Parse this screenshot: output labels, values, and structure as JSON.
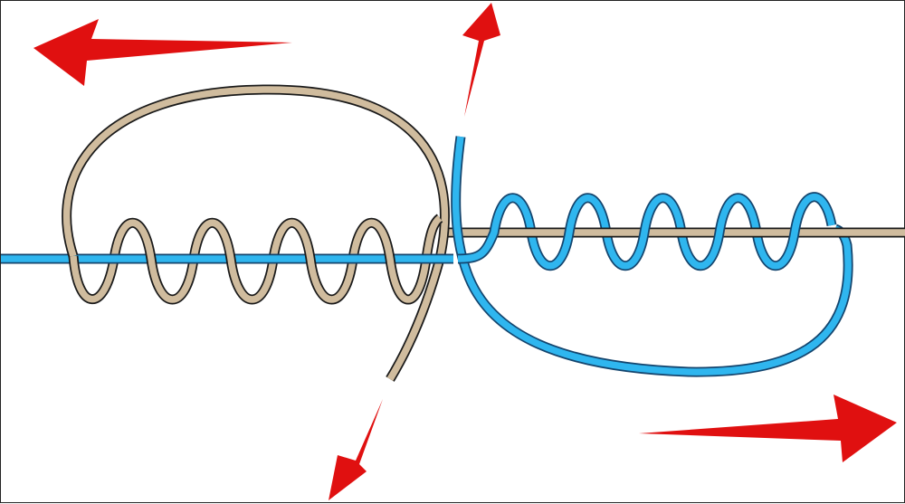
{
  "diagram": {
    "subject": "knot-tying-step",
    "background_color": "#ffffff",
    "border_color": "#222222",
    "lines": [
      {
        "name": "tan-line",
        "color": "#d0bc9e",
        "outline_color": "#1a1a1a",
        "wraps": 5
      },
      {
        "name": "blue-line",
        "color": "#2fb6ef",
        "outline_color": "#14456e",
        "wraps": 5
      }
    ],
    "arrows": [
      {
        "name": "pull-left-arrow",
        "direction": "left",
        "color": "#e01010"
      },
      {
        "name": "pull-up-arrow",
        "direction": "up",
        "color": "#e01010"
      },
      {
        "name": "pull-down-arrow",
        "direction": "down",
        "color": "#e01010"
      },
      {
        "name": "pull-right-arrow",
        "direction": "right",
        "color": "#e01010"
      }
    ]
  }
}
